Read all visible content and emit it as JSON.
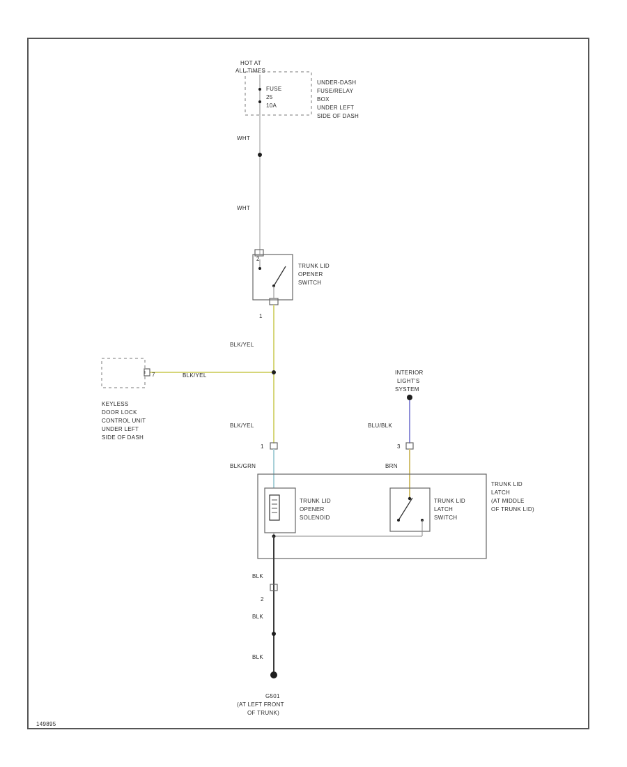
{
  "colors": {
    "frame": "#555555",
    "wire_wht": "#b5b5b5",
    "wire_blk_yel": "#d6d67a",
    "wire_blk_grn": "#a8d0d8",
    "wire_blu_blk": "#8e8ed8",
    "wire_brn": "#d2c070",
    "wire_blk": "#3a3a3a"
  },
  "labels": {
    "hot_at_line1": "HOT AT",
    "hot_at_line2": "ALL TIMES",
    "fusebox_line1": "UNDER-DASH",
    "fusebox_line2": "FUSE/RELAY",
    "fusebox_line3": "BOX",
    "fusebox_line4": "UNDER LEFT",
    "fusebox_line5": "SIDE OF DASH",
    "fuse_line1": "FUSE",
    "fuse_line2": "25",
    "fuse_line3": "10A",
    "wire_wht_1": "WHT",
    "wire_wht_2": "WHT",
    "opener_switch_line1": "TRUNK LID",
    "opener_switch_line2": "OPENER",
    "opener_switch_line3": "SWITCH",
    "pin_opener_top": "2",
    "pin_opener_bottom": "1",
    "wire_blkyel_1": "BLK/YEL",
    "wire_blkyel_2": "BLK/YEL",
    "wire_blkyel_3": "BLK/YEL",
    "pin_keyless": "7",
    "keyless_line1": "KEYLESS",
    "keyless_line2": "DOOR LOCK",
    "keyless_line3": "CONTROL UNIT",
    "keyless_line4": "UNDER LEFT",
    "keyless_line5": "SIDE OF DASH",
    "interior_line1": "INTERIOR",
    "interior_line2": "LIGHT'S",
    "interior_line3": "SYSTEM",
    "wire_blublk": "BLU/BLK",
    "pin_latch_left": "1",
    "pin_latch_right": "3",
    "wire_blkgrn": "BLK/GRN",
    "wire_brn": "BRN",
    "latch_assembly_line1": "TRUNK LID",
    "latch_assembly_line2": "LATCH",
    "latch_assembly_line3": "(AT MIDDLE",
    "latch_assembly_line4": "OF TRUNK LID)",
    "solenoid_line1": "TRUNK LID",
    "solenoid_line2": "OPENER",
    "solenoid_line3": "SOLENOID",
    "latch_switch_line1": "TRUNK LID",
    "latch_switch_line2": "LATCH",
    "latch_switch_line3": "SWITCH",
    "wire_blk_1": "BLK",
    "pin_ground": "2",
    "wire_blk_2": "BLK",
    "wire_blk_3": "BLK",
    "ground_line1": "G501",
    "ground_line2": "(AT LEFT FRONT",
    "ground_line3": "OF TRUNK)",
    "figure_id": "149895"
  }
}
